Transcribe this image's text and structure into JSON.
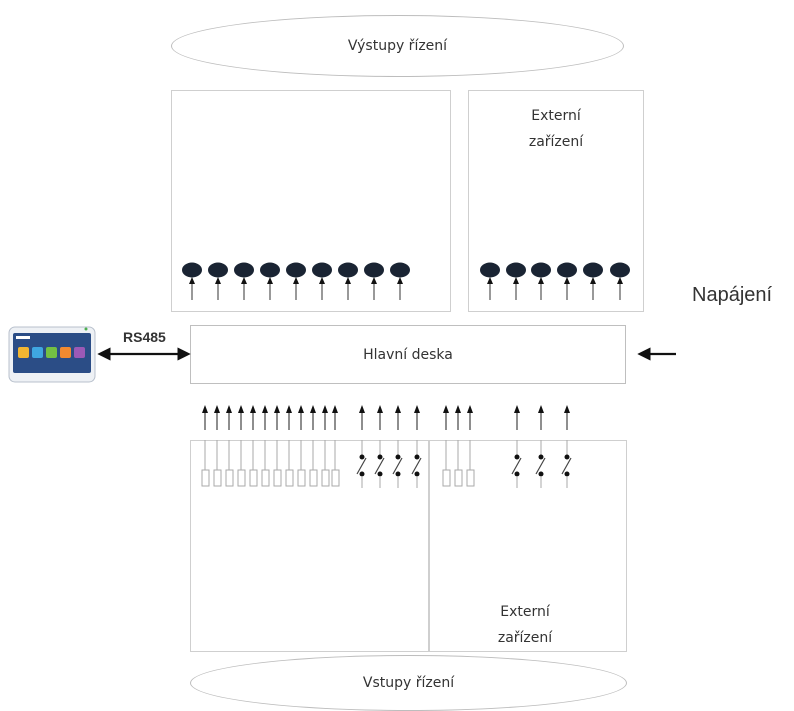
{
  "outputs_label": "Výstupy řízení",
  "inputs_label": "Vstupy řízení",
  "external_top": "Externí\nzařízení",
  "external_bottom": "Externí\nzařízení",
  "main_board": "Hlavní deska",
  "power": "Napájení",
  "rs485": "RS485",
  "colors": {
    "line": "#cfcfcf",
    "node": "#1a2433",
    "arrow": "#111111"
  },
  "icons": {
    "hmi_panel": "touch-panel-icon",
    "actuator": "output-node-icon",
    "relay_switch": "switch-contact-icon",
    "input_sensor": "sensor-input-icon"
  }
}
